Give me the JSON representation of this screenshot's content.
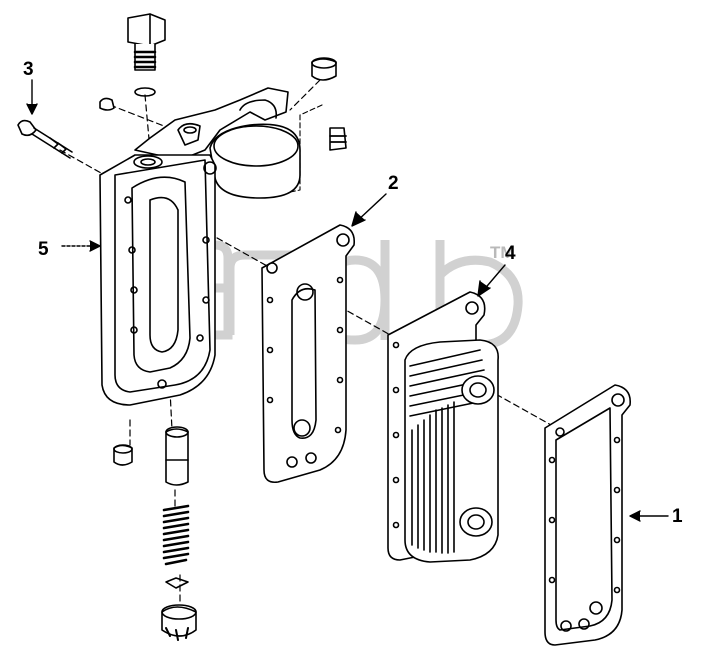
{
  "diagram": {
    "callouts": {
      "item_1": "1",
      "item_2": "2",
      "item_3": "3",
      "item_4": "4",
      "item_5": "5"
    },
    "watermark": {
      "logo_text": "adb",
      "trademark": "TM"
    },
    "colors": {
      "line": "#000000",
      "watermark": "#c4c4c4",
      "background": "#ffffff"
    }
  }
}
